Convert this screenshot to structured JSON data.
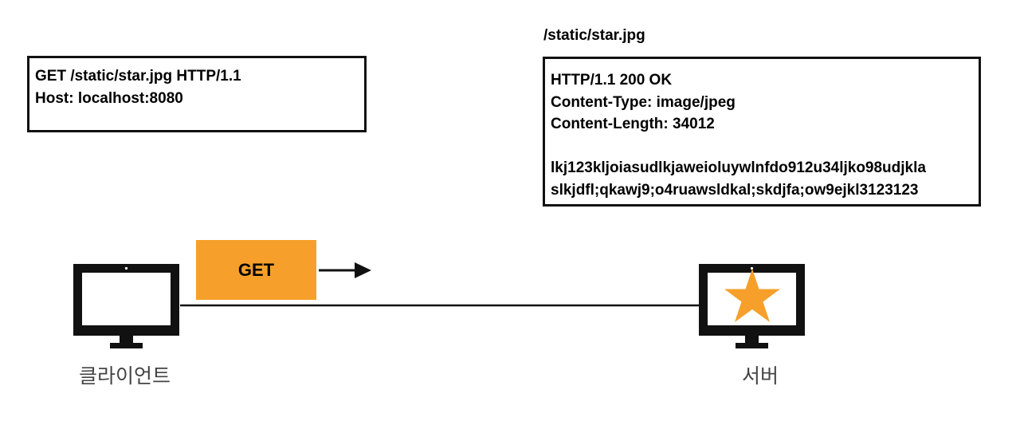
{
  "request": {
    "lines": "GET /static/star.jpg HTTP/1.1\nHost: localhost:8080"
  },
  "response": {
    "resource_path": "/static/star.jpg",
    "lines": "HTTP/1.1 200 OK\nContent-Type: image/jpeg\nContent-Length: 34012\n\nlkj123kljoiasudlkjaweioluywlnfdo912u34ljko98udjkla\nslkjdfl;qkawj9;o4ruawsldkal;skdjfa;ow9ejkl3123123"
  },
  "method_badge": {
    "label": "GET",
    "color": "#f6a02b"
  },
  "client": {
    "label": "클라이언트",
    "icon": "monitor-icon"
  },
  "server": {
    "label": "서버",
    "icon": "monitor-icon",
    "screen_icon": "star-icon",
    "star_color": "#f6a02b"
  }
}
